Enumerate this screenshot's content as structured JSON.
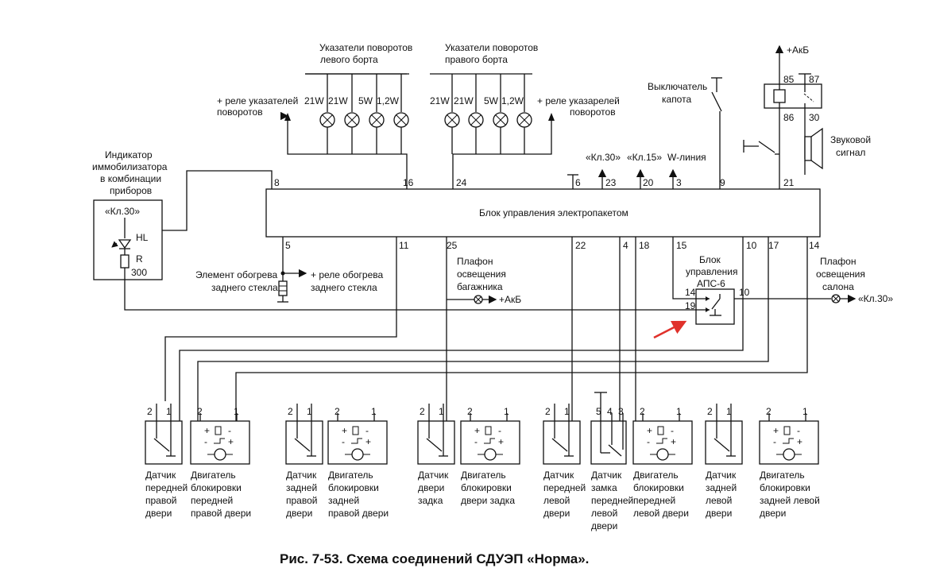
{
  "caption": "Рис. 7-53. Схема соединений СДУЭП «Норма».",
  "main_block": {
    "label": "Блок управления электропакетом"
  },
  "top_pins": [
    "8",
    "16",
    "24",
    "6",
    "23",
    "20",
    "3",
    "9",
    "21"
  ],
  "bottom_pins": [
    "5",
    "11",
    "25",
    "22",
    "4",
    "18",
    "15",
    "10",
    "17",
    "14"
  ],
  "immobilizer": {
    "title": [
      "Индикатор",
      "иммобилизатора",
      "в комбинации",
      "приборов"
    ],
    "kl30": "«Кл.30»",
    "hl": "HL",
    "r": "R",
    "r_value": "300"
  },
  "left_turn": {
    "title": [
      "Указатели поворотов",
      "левого борта"
    ],
    "watts": [
      "21W",
      "21W",
      "5W",
      "1,2W"
    ],
    "relay": [
      "+ реле указателей",
      "поворотов"
    ]
  },
  "right_turn": {
    "title": [
      "Указатели поворотов",
      "правого борта"
    ],
    "watts": [
      "21W",
      "21W",
      "5W",
      "1,2W"
    ],
    "relay": [
      "+ реле указарелей",
      "поворотов"
    ]
  },
  "top_signals": {
    "kl30": "«Кл.30»",
    "kl15": "«Кл.15»",
    "wline": "W-линия"
  },
  "hood_switch": [
    "Выключатель",
    "капота"
  ],
  "horn_relay": {
    "supply": "+АкБ",
    "pins": [
      "85",
      "87",
      "86",
      "30"
    ]
  },
  "horn": [
    "Звуковой",
    "сигнал"
  ],
  "rear_heater": {
    "label": [
      "Элемент обогрева",
      "заднего стекла"
    ],
    "relay": [
      "+ реле обогрева",
      "заднего стекла"
    ]
  },
  "trunk_lamp": {
    "label": [
      "Плафон",
      "освещения",
      "багажника"
    ],
    "supply": "+АкБ"
  },
  "aps6": {
    "label": [
      "Блок",
      "управления",
      "АПС-6"
    ],
    "pin14": "14",
    "pin19": "19",
    "pin10": "10"
  },
  "cabin_lamp": {
    "label": [
      "Плафон",
      "освещения",
      "салона"
    ],
    "supply": "«Кл.30»"
  },
  "motor_symbol": {
    "plus_top": "+",
    "minus_top": "-",
    "minus_bot": "-",
    "plus_bot": "+"
  },
  "devices": [
    {
      "type": "sensor",
      "pins": [
        "2",
        "1"
      ],
      "label": [
        "Датчик",
        "передней",
        "правой",
        "двери"
      ]
    },
    {
      "type": "motor",
      "pins": [
        "2",
        "1"
      ],
      "label": [
        "Двигатель",
        "блокировки",
        "передней",
        "правой двери"
      ]
    },
    {
      "type": "sensor",
      "pins": [
        "2",
        "1"
      ],
      "label": [
        "Датчик",
        "задней",
        "правой",
        "двери"
      ]
    },
    {
      "type": "motor",
      "pins": [
        "2",
        "1"
      ],
      "label": [
        "Двигатель",
        "блокировки",
        "задней",
        "правой двери"
      ]
    },
    {
      "type": "sensor",
      "pins": [
        "2",
        "1"
      ],
      "label": [
        "Датчик",
        "двери",
        "задка"
      ]
    },
    {
      "type": "motor",
      "pins": [
        "2",
        "1"
      ],
      "label": [
        "Двигатель",
        "блокировки",
        "двери задка"
      ]
    },
    {
      "type": "sensor",
      "pins": [
        "2",
        "1"
      ],
      "label": [
        "Датчик",
        "передней",
        "левой",
        "двери"
      ]
    },
    {
      "type": "lock",
      "pins": [
        "5",
        "4",
        "3"
      ],
      "label": [
        "Датчик",
        "замка",
        "передней",
        "левой",
        "двери"
      ]
    },
    {
      "type": "motor",
      "pins": [
        "2",
        "1"
      ],
      "label": [
        "Двигатель",
        "блокировки",
        "передней",
        "левой двери"
      ]
    },
    {
      "type": "sensor",
      "pins": [
        "2",
        "1"
      ],
      "label": [
        "Датчик",
        "задней",
        "левой",
        "двери"
      ]
    },
    {
      "type": "motor",
      "pins": [
        "2",
        "1"
      ],
      "label": [
        "Двигатель",
        "блокировки",
        "задней левой",
        "двери"
      ]
    }
  ],
  "colors": {
    "line": "#111111",
    "arrow": "#e0312b"
  }
}
